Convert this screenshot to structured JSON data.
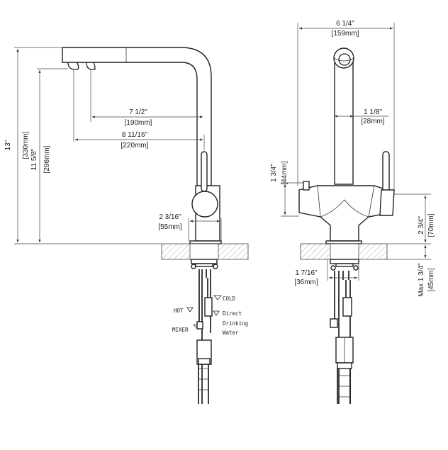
{
  "side_view": {
    "dims": {
      "height_total": {
        "imperial": "13\"",
        "metric": "[330mm]"
      },
      "height_spout": {
        "imperial": "11 5/8\"",
        "metric": "[296mm]"
      },
      "reach_outlet": {
        "imperial": "7 1/2\"",
        "metric": "[190mm]"
      },
      "reach_total": {
        "imperial": "8 11/16\"",
        "metric": "[220mm]"
      },
      "base_diameter": {
        "imperial": "2 3/16\"",
        "metric": "[55mm]"
      }
    },
    "hose_labels": {
      "cold": "COLD",
      "hot": "HOT",
      "direct_1": "Direct",
      "direct_2": "Drinking",
      "direct_3": "Water",
      "mixer": "MIXER"
    }
  },
  "front_view": {
    "dims": {
      "width": {
        "imperial": "6 1/4\"",
        "metric": "[159mm]"
      },
      "spout_dia": {
        "imperial": "1 1/8\"",
        "metric": "[28mm]"
      },
      "handle_height": {
        "imperial": "1 3/4\"",
        "metric": "[44mm]"
      },
      "body_height": {
        "imperial": "2 3/4\"",
        "metric": "[70mm]"
      },
      "shank_dia": {
        "imperial": "1 7/16\"",
        "metric": "[36mm]"
      },
      "max_deck": {
        "imperial": "Max 1 3/4\"",
        "metric": "[45mm]"
      }
    }
  }
}
